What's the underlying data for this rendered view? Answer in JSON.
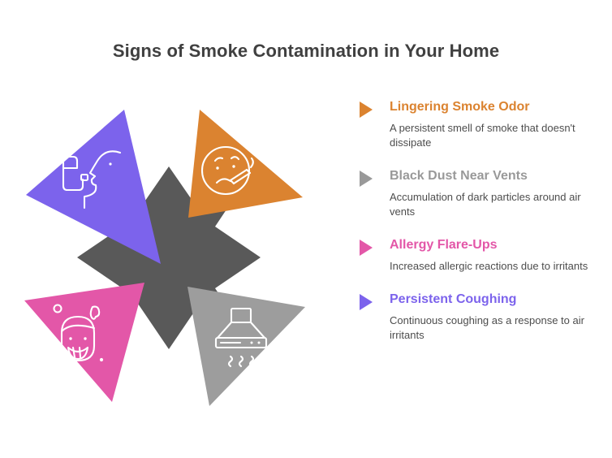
{
  "title": "Signs of Smoke Contamination in Your Home",
  "colors": {
    "orange": "#DB8330",
    "gray": "#999999",
    "pink": "#E357A8",
    "purple": "#7C63EC",
    "center_star": "#595959",
    "light_gray_triangle": "#9D9D9D",
    "title_text": "#404040",
    "body_text": "#4d4d4d",
    "background": "#FFFFFF"
  },
  "items": [
    {
      "title": "Lingering Smoke Odor",
      "description": "A persistent smell of smoke that doesn't dissipate",
      "color": "#DB8330",
      "bullet_icon": "triangle-right-icon"
    },
    {
      "title": "Black Dust Near Vents",
      "description": "Accumulation of dark particles around air vents",
      "color": "#999999",
      "bullet_icon": "triangle-right-icon"
    },
    {
      "title": "Allergy Flare-Ups",
      "description": "Increased allergic reactions due to irritants",
      "color": "#E357A8",
      "bullet_icon": "triangle-right-icon"
    },
    {
      "title": "Persistent Coughing",
      "description": "Continuous coughing as a response to air irritants",
      "color": "#7C63EC",
      "bullet_icon": "triangle-right-icon"
    }
  ],
  "graphic": {
    "center_shape": "four-pointed-star",
    "wedges": [
      {
        "position": "top-left",
        "color": "#7C63EC",
        "icon": "inhaler-coughing-face-icon",
        "related_item": "Persistent Coughing"
      },
      {
        "position": "top-right",
        "color": "#DB8330",
        "icon": "smoking-face-cigarette-icon",
        "related_item": "Lingering Smoke Odor"
      },
      {
        "position": "bottom-left",
        "color": "#E357A8",
        "icon": "allergy-face-particles-icon",
        "related_item": "Allergy Flare-Ups"
      },
      {
        "position": "bottom-right",
        "color": "#9D9D9D",
        "icon": "range-hood-vent-smoke-icon",
        "related_item": "Black Dust Near Vents"
      }
    ]
  }
}
